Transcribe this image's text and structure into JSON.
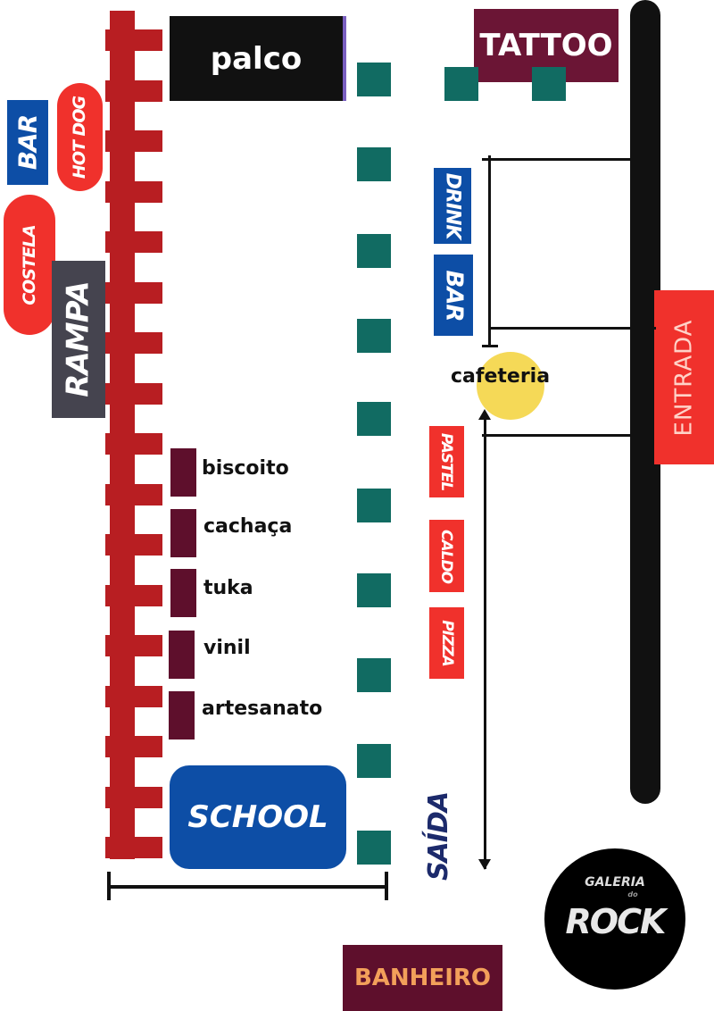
{
  "stage": {
    "label": "palco"
  },
  "tattoo": {
    "label": "TATTOO"
  },
  "left_vendors": [
    {
      "label": "BAR"
    },
    {
      "label": "HOT DOG"
    },
    {
      "label": "COSTELA"
    }
  ],
  "ramp": {
    "label": "RAMPA"
  },
  "stalls": [
    "biscoito",
    "cachaça",
    "tuka",
    "vinil",
    "artesanato"
  ],
  "school": {
    "label": "SCHOOL"
  },
  "drink_bar": {
    "top": "DRINK",
    "bottom": "BAR"
  },
  "cafeteria": {
    "label": "cafeteria"
  },
  "right_vendors": [
    "PASTEL",
    "CALDO",
    "PIZZA"
  ],
  "entrance": {
    "label": "ENTRADA"
  },
  "exit": {
    "label": "SAÍDA"
  },
  "bathroom": {
    "label": "BANHEIRO"
  },
  "logo": {
    "line1": "GALERIA",
    "line2": "do",
    "line3": "ROCK"
  },
  "colors": {
    "fence": "#b81e22",
    "teal": "#116b62",
    "maroon": "#5e0f2c",
    "blue": "#0d4ea6",
    "red": "#f0312c",
    "yellow": "#f5d957"
  }
}
